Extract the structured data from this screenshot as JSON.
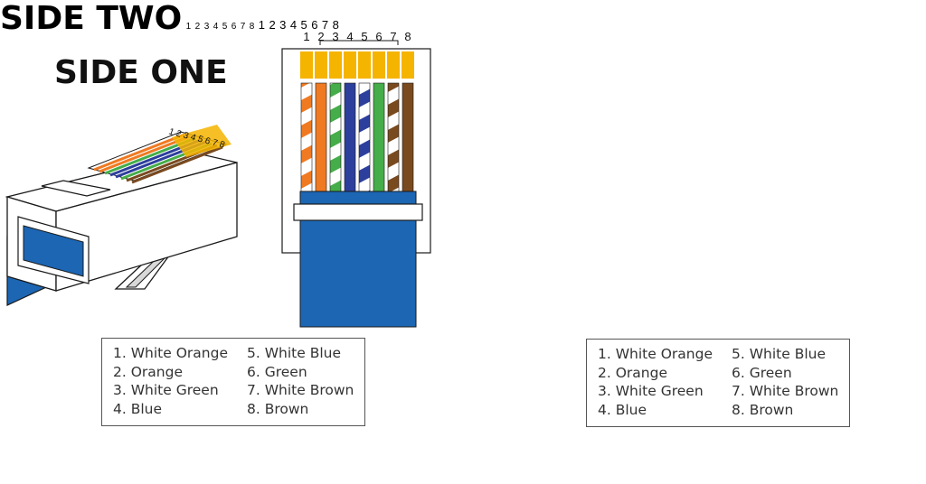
{
  "colors": {
    "orange": "#f07a22",
    "green": "#45ad49",
    "blue": "#2d3f9c",
    "brown": "#7a4a1f",
    "gold": "#f5b400",
    "jacket": "#1c66b4",
    "outline": "#1a1a1a"
  },
  "sides": [
    {
      "title": "SIDE ONE",
      "pins": [
        "1",
        "2",
        "3",
        "4",
        "5",
        "6",
        "7",
        "8"
      ],
      "legend": [
        "1. White Orange",
        "2. Orange",
        "3. White Green",
        "4. Blue",
        "5. White Blue",
        "6. Green",
        "7. White Brown",
        "8. Brown"
      ]
    },
    {
      "title": "SIDE TWO",
      "pins": [
        "1",
        "2",
        "3",
        "4",
        "5",
        "6",
        "7",
        "8"
      ],
      "legend": [
        "1. White Orange",
        "2. Orange",
        "3. White Green",
        "4. Blue",
        "5. White Blue",
        "6. Green",
        "7. White Brown",
        "8. Brown"
      ]
    }
  ]
}
